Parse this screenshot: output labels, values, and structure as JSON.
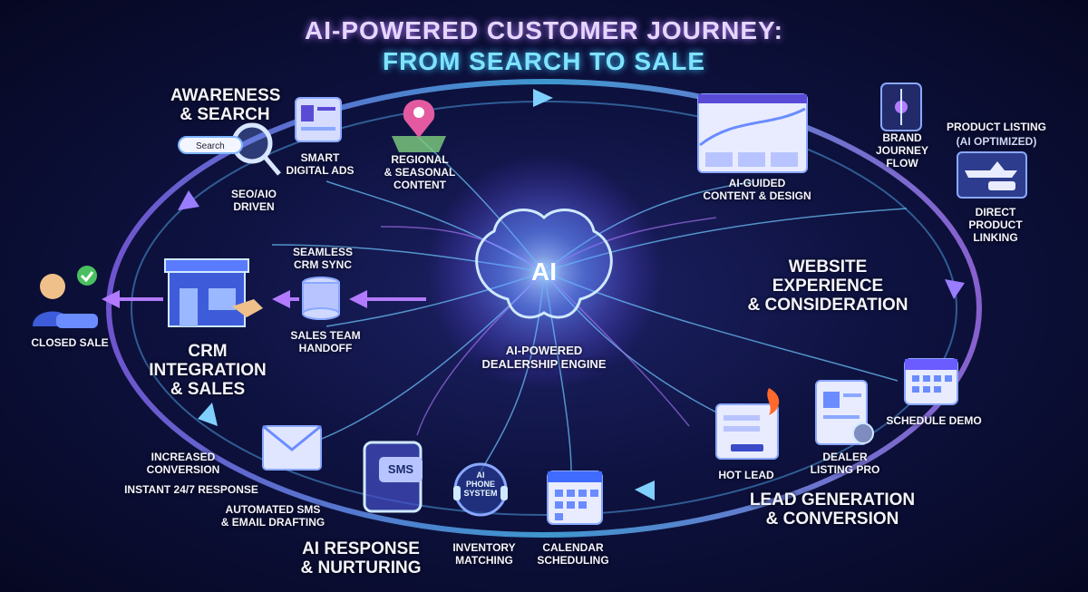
{
  "title": {
    "line1": "AI-POWERED CUSTOMER JOURNEY:",
    "line2": "FROM SEARCH TO SALE"
  },
  "center": {
    "ai_text": "AI",
    "label": "AI-POWERED\nDEALERSHIP ENGINE"
  },
  "stages": {
    "awareness": "AWARENESS\n& SEARCH",
    "website": "WEBSITE EXPERIENCE\n& CONSIDERATION",
    "lead_gen": "LEAD GENERATION\n& CONVERSION",
    "ai_response": "AI RESPONSE\n& NURTURING",
    "crm": "CRM INTEGRATION\n& SALES"
  },
  "items": {
    "search_box": "Search",
    "seo": "SEO/AIO\nDRIVEN",
    "smart_ads": "SMART\nDIGITAL ADS",
    "regional": "REGIONAL\n& SEASONAL\nCONTENT",
    "ai_guided": "AI-GUIDED\nCONTENT & DESIGN",
    "brand_flow": "BRAND\nJOURNEY\nFLOW",
    "product_listing": "PRODUCT LISTING",
    "ai_optimized": "(AI OPTIMIZED)",
    "direct_linking": "DIRECT\nPRODUCT\nLINKING",
    "schedule_demo": "SCHEDULE DEMO",
    "dealer_listing": "DEALER\nLISTING PRO",
    "hot_lead": "HOT LEAD",
    "calendar": "CALENDAR\nSCHEDULING",
    "inventory": "INVENTORY\nMATCHING",
    "sms_icon_text": "SMS",
    "phone_icon_text": "AI\nPHONE\nSYSTEM",
    "automated": "AUTOMATED SMS\n& EMAIL DRAFTING",
    "instant": "INSTANT 24/7 RESPONSE",
    "increased": "INCREASED\nCONVERSION",
    "handoff": "SALES TEAM\nHANDOFF",
    "crm_sync": "SEAMLESS\nCRM SYNC",
    "closed_sale": "CLOSED SALE"
  },
  "colors": {
    "background": "#0e1240",
    "title_primary": "#e6d6ff",
    "title_accent": "#7fe3ff",
    "flow_blue": "#5cb8ff",
    "flow_purple": "#b27bff"
  }
}
